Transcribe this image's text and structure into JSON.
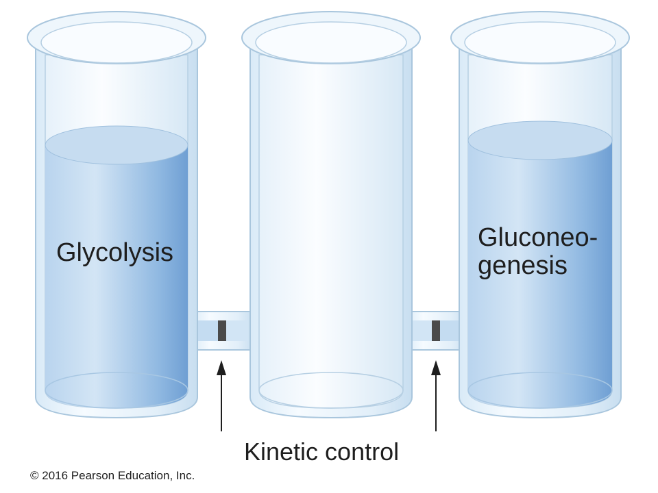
{
  "labels": {
    "left_cylinder": "Glycolysis",
    "right_cylinder_line1": "Gluconeo-",
    "right_cylinder_line2": "genesis",
    "control": "Kinetic control",
    "copyright": "© 2016 Pearson Education, Inc."
  },
  "colors": {
    "water_light": "#c9dff2",
    "water_dark": "#7aa9d9",
    "glass": "#e3f0fa",
    "glass_edge": "#a9c6dd",
    "valve": "#4a4a4a",
    "text": "#1e1e1e"
  },
  "cylinders": [
    {
      "name": "glycolysis",
      "fill_level": 0.78
    },
    {
      "name": "middle",
      "fill_level": 0
    },
    {
      "name": "gluconeogenesis",
      "fill_level": 0.8
    }
  ]
}
